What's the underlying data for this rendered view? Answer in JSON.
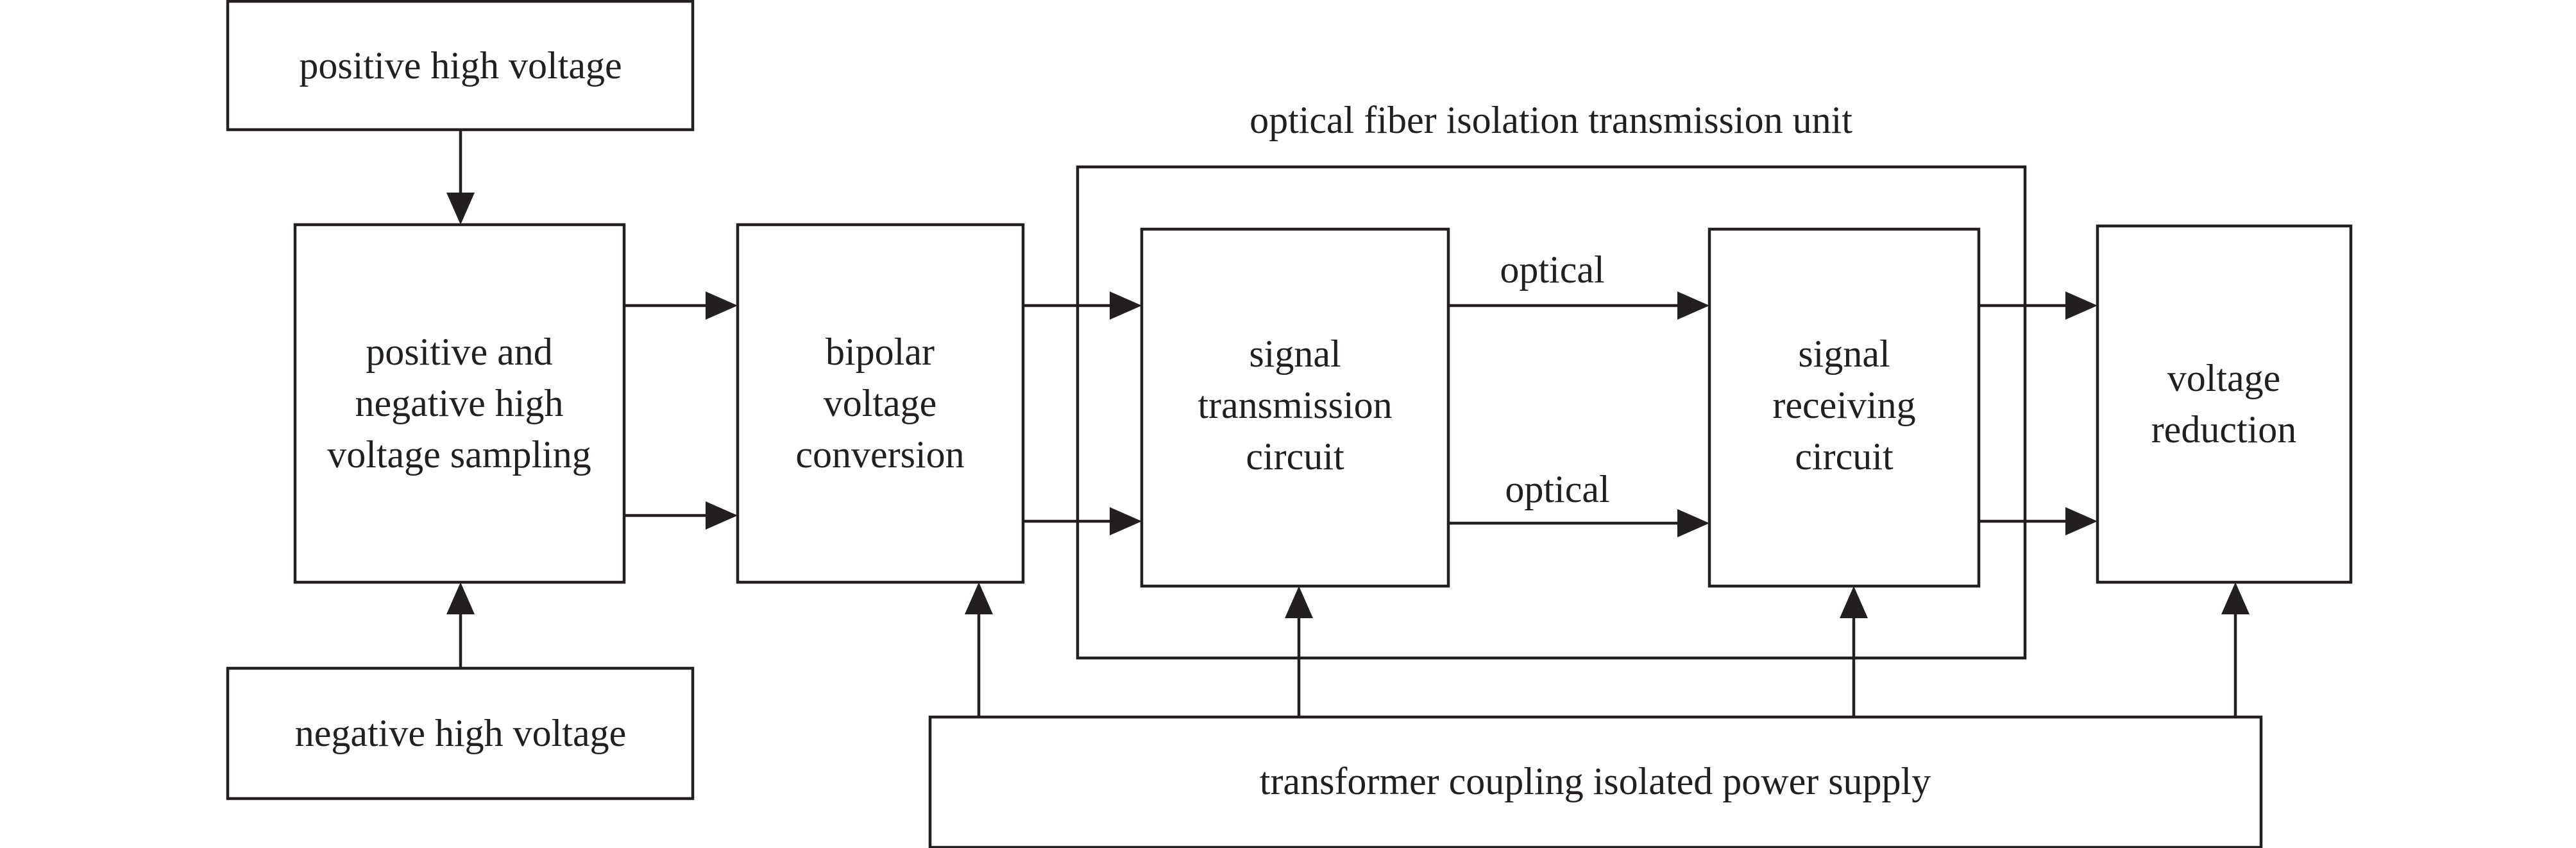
{
  "diagram": {
    "positive_hv": "positive high voltage",
    "negative_hv": "negative high voltage",
    "sampling": [
      "positive and",
      "negative high",
      "voltage sampling"
    ],
    "bipolar": [
      "bipolar",
      "voltage",
      "conversion"
    ],
    "optical_unit_title": "optical fiber isolation transmission unit",
    "transmission": [
      "signal",
      "transmission",
      "circuit"
    ],
    "receiving": [
      "signal",
      "receiving",
      "circuit"
    ],
    "optical_top": "optical",
    "optical_bottom": "optical",
    "reduction": [
      "voltage",
      "reduction"
    ],
    "power_supply": "transformer coupling isolated power supply"
  }
}
